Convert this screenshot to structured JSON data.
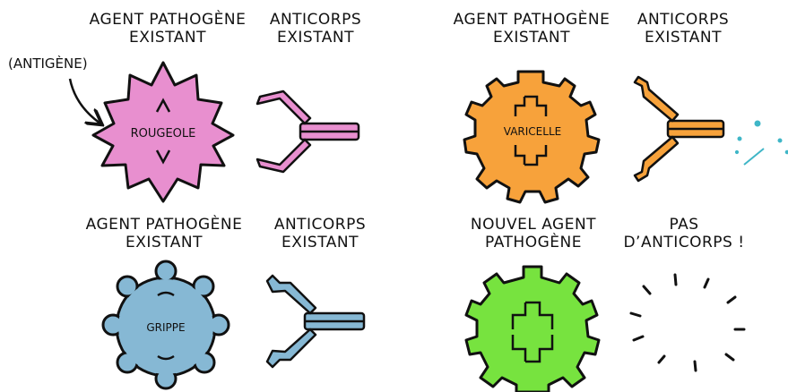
{
  "panels": [
    {
      "pathogen_label": [
        "AGENT PATHOGÈNE",
        "EXISTANT"
      ],
      "antibody_label": [
        "ANTICORPS",
        "EXISTANT"
      ],
      "pathogen_name": "ROUGEOLE",
      "color": "#e88fcf"
    },
    {
      "pathogen_label": [
        "AGENT PATHOGÈNE",
        "EXISTANT"
      ],
      "antibody_label": [
        "ANTICORPS",
        "EXISTANT"
      ],
      "pathogen_name": "VARICELLE",
      "color": "#f7a23b"
    },
    {
      "pathogen_label": [
        "AGENT PATHOGÈNE",
        "EXISTANT"
      ],
      "antibody_label": [
        "ANTICORPS",
        "EXISTANT"
      ],
      "pathogen_name": "GRIPPE",
      "color": "#86b8d4"
    },
    {
      "pathogen_label": [
        "NOUVEL AGENT",
        "PATHOGÈNE"
      ],
      "antibody_label": [
        "PAS",
        "D’ANTICORPS !"
      ],
      "pathogen_name": "",
      "color": "#77e33f"
    }
  ],
  "antigen_note": "(ANTIGÈNE)",
  "colors": {
    "outline": "#111111",
    "sparkle": "#3fb6c7"
  }
}
